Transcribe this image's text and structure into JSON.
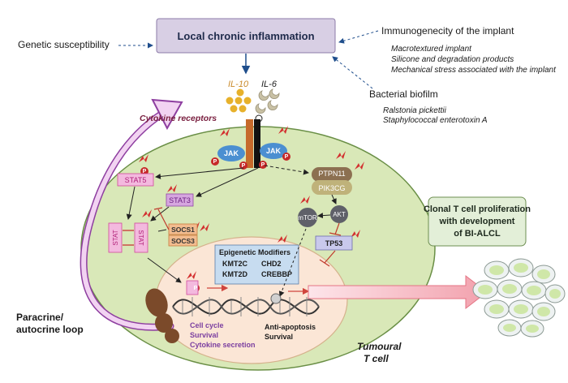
{
  "top_box": "Local chronic inflammation",
  "genetic": "Genetic susceptibility",
  "immunogenicity": {
    "title": "Immunogenecity of the implant",
    "items": [
      "Macrotextured implant",
      "Silicone and degradation products",
      "Mechanical stress associated with the implant"
    ]
  },
  "biofilm": {
    "title": "Bacterial biofilm",
    "items": [
      "Ralstonia pickettii",
      "Staphylococcal enterotoxin A"
    ]
  },
  "cytokines": {
    "il10": "IL-10",
    "il6": "IL-6"
  },
  "cytokine_receptors": "Cytokine receptors",
  "jak": "JAK",
  "p": "P",
  "stat5": "STAT5",
  "stat3": "STAT3",
  "stat": "STAT",
  "socs1": "SOCS1",
  "socs3": "SOCS3",
  "ptpn11": "PTPN11",
  "pik3cg": "PIK3CG",
  "akt": "AKT",
  "mtor": "mTOR",
  "tp53": "TP53",
  "epigenetic": {
    "title": "Epigenetic Modifiers",
    "genes": [
      "KMT2C",
      "CHD2",
      "KMT2D",
      "CREBBP"
    ]
  },
  "outcomes_left": [
    "Cell cycle",
    "Survival",
    "Cytokine secretion"
  ],
  "outcomes_right": [
    "Anti-apoptosis",
    "Survival"
  ],
  "clonal_box": [
    "Clonal T cell proliferation",
    "with development",
    "of BI-ALCL"
  ],
  "paracrine": [
    "Paracrine/",
    "autocrine loop"
  ],
  "tumoural": [
    "Tumoural",
    "T cell"
  ],
  "colors": {
    "top_box_fill": "#d8cfe4",
    "cell_fill": "#d9e8b8",
    "nucleus_fill": "#fbe6d6",
    "clonal_fill": "#e3efd8",
    "stat_pink": "#f3b9de",
    "stat3_purple": "#d6a6df",
    "jak_blue": "#4b8fd1",
    "ptpn11_brown": "#8c7051",
    "pik3cg_olive": "#bfb27a",
    "akt_gray": "#5f6069",
    "p_red": "#c62828",
    "outcome_purple": "#7b3fa0",
    "il10_orange": "#c98a2a"
  }
}
